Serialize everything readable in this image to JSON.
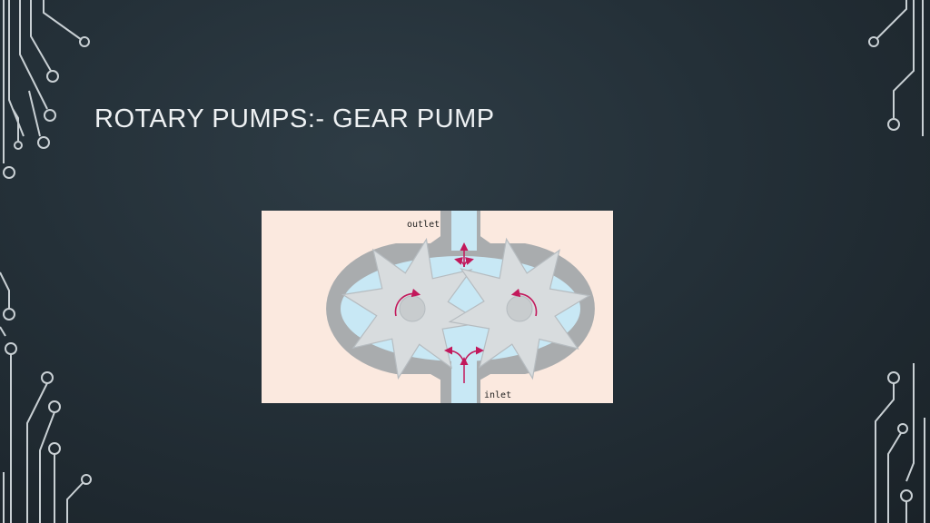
{
  "slide": {
    "title": "ROTARY PUMPS:- GEAR PUMP"
  },
  "diagram": {
    "outlet_label": "outlet",
    "inlet_label": "inlet"
  },
  "colors": {
    "background": "#243038",
    "title_text": "#eef1f3",
    "circuit_lines": "#c9d0d4",
    "figure_background": "#fbe9df",
    "fluid": "#c8e8f5",
    "casing": "#a9acae",
    "gear": "#d8dcde",
    "arrow": "#c2185b"
  }
}
